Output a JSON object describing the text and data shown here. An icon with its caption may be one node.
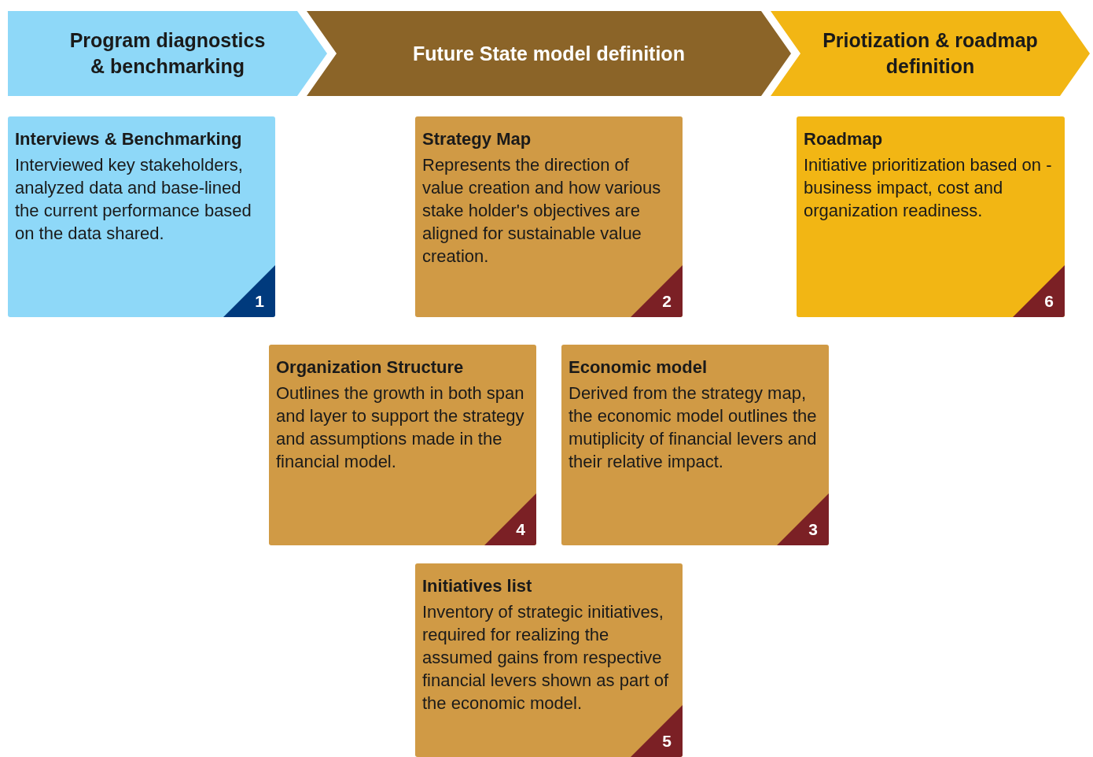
{
  "diagram": {
    "nodes": [
      {
        "text": [
          "Program diagnostics & benchmarking"
        ]
      },
      {
        "text": [
          "Future State model definition"
        ]
      },
      {
        "text": [
          "Priotization & roadmap definition"
        ]
      },
      {
        "text": [
          "Interviews & Benchmarking",
          "Interviewed key stakeholders, analyzed data and base-lined the current performance based on the data shared.",
          "1"
        ]
      },
      {
        "text": [
          "Strategy Map",
          "Represents the direction of value creation and how various stake holder's objectives are aligned for sustainable value creation.",
          "2"
        ]
      },
      {
        "text": [
          "Roadmap",
          "Initiative prioritization based on - business impact, cost and organization readiness.",
          "6"
        ]
      },
      {
        "text": [
          "Organization Structure",
          "Outlines the growth in both span and layer to support the strategy and assumptions made in the financial model.",
          "4"
        ]
      },
      {
        "text": [
          "Economic model",
          "Derived from the strategy map, the economic model outlines the mutiplicity of financial levers and their relative impact.",
          "3"
        ]
      },
      {
        "text": [
          "Initiatives list",
          "Inventory of strategic initiatives, required for realizing the assumed gains from respective financial levers shown as part of the economic model.",
          "5"
        ]
      }
    ]
  }
}
